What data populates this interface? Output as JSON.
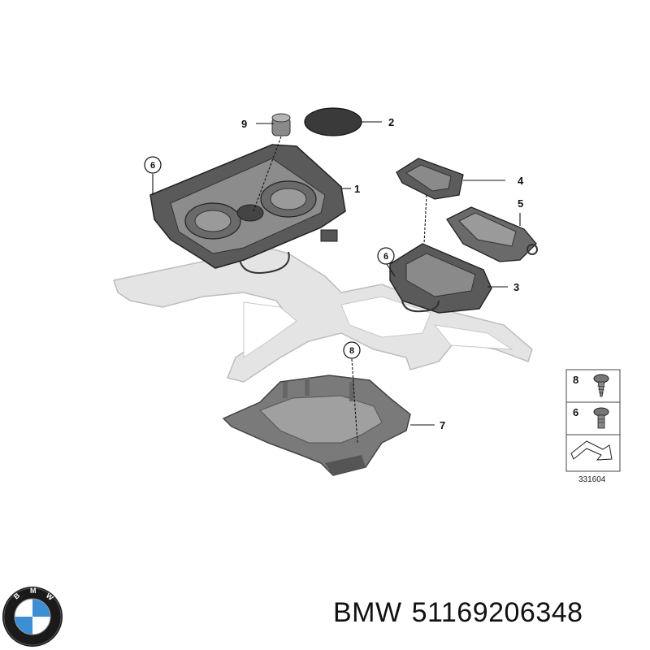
{
  "diagram": {
    "callouts": [
      {
        "id": "1",
        "label": "1"
      },
      {
        "id": "2",
        "label": "2"
      },
      {
        "id": "3",
        "label": "3"
      },
      {
        "id": "4",
        "label": "4"
      },
      {
        "id": "5",
        "label": "5"
      },
      {
        "id": "7",
        "label": "7"
      },
      {
        "id": "9",
        "label": "9"
      }
    ],
    "circled_callouts": [
      {
        "id": "6a",
        "label": "6"
      },
      {
        "id": "6b",
        "label": "6"
      },
      {
        "id": "8",
        "label": "8"
      }
    ],
    "legend": {
      "items": [
        {
          "label": "8",
          "icon": "screw-icon"
        },
        {
          "label": "6",
          "icon": "bolt-icon"
        }
      ],
      "ref_code": "331604"
    }
  },
  "caption": {
    "brand": "BMW",
    "part_number": "51169206348"
  },
  "colors": {
    "part_dark": "#4a4a4a",
    "part_mid": "#8a8a8a",
    "trim_light": "#e2e2e2",
    "logo_blue": "#3a8fd6"
  }
}
